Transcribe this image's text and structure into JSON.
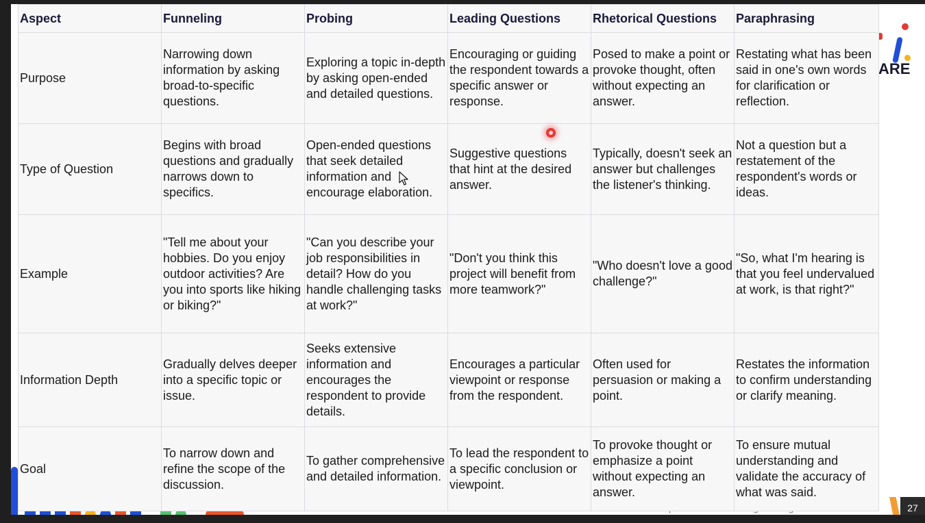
{
  "table": {
    "headers": [
      "Aspect",
      "Funneling",
      "Probing",
      "Leading Questions",
      "Rhetorical Questions",
      "Paraphrasing"
    ],
    "rows": [
      {
        "aspect": "Purpose",
        "cells": [
          "Narrowing down information by asking broad-to-specific questions.",
          "Exploring a topic in-depth by asking open-ended and detailed questions.",
          "Encouraging or guiding the respondent towards a specific answer or response.",
          "Posed to make a point or provoke thought, often without expecting an answer.",
          "Restating what has been said in one's own words for clarification or reflection."
        ]
      },
      {
        "aspect": "Type of Question",
        "cells": [
          "Begins with broad questions and gradually narrows down to specifics.",
          "Open-ended questions that seek detailed information and encourage elaboration.",
          "Suggestive questions that hint at the desired answer.",
          "Typically, doesn't seek an answer but challenges the listener's thinking.",
          "Not a question but a restatement of the respondent's words or ideas."
        ]
      },
      {
        "aspect": "Example",
        "cells": [
          "\"Tell me about your hobbies. Do you enjoy outdoor activities? Are you into sports like hiking or biking?\"",
          "\"Can you describe your job responsibilities in detail? How do you handle challenging tasks at work?\"",
          "\"Don't you think this project will benefit from more teamwork?\"",
          "\"Who doesn't love a good challenge?\"",
          "\"So, what I'm hearing is that you feel undervalued at work, is that right?\""
        ]
      },
      {
        "aspect": "Information Depth",
        "cells": [
          "Gradually delves deeper into a specific topic or issue.",
          "Seeks extensive information and encourages the respondent to provide details.",
          "Encourages a particular viewpoint or response from the respondent.",
          "Often used for persuasion or making a point.",
          "Restates the information to confirm understanding or clarify meaning."
        ]
      },
      {
        "aspect": "Goal",
        "cells": [
          "To narrow down and refine the scope of the discussion.",
          "To gather comprehensive and detailed information.",
          "To lead the respondent to a specific conclusion or viewpoint.",
          "To provoke thought or emphasize a point without expecting an answer.",
          "To ensure mutual understanding and validate the accuracy of what was said."
        ]
      }
    ]
  },
  "logo": {
    "word": "ARE"
  },
  "footer": {
    "text": "www.hexaware.com | © Hexaware Technologies. All rights reserved."
  },
  "page_number": "27",
  "colors": {
    "accent_blue": "#1f4fd8",
    "accent_orange": "#f39c34",
    "accent_red": "#e53935",
    "accent_yellow": "#f6b21b"
  },
  "icons": {
    "cursor": "mouse-pointer-icon",
    "recording": "recording-indicator-icon"
  }
}
